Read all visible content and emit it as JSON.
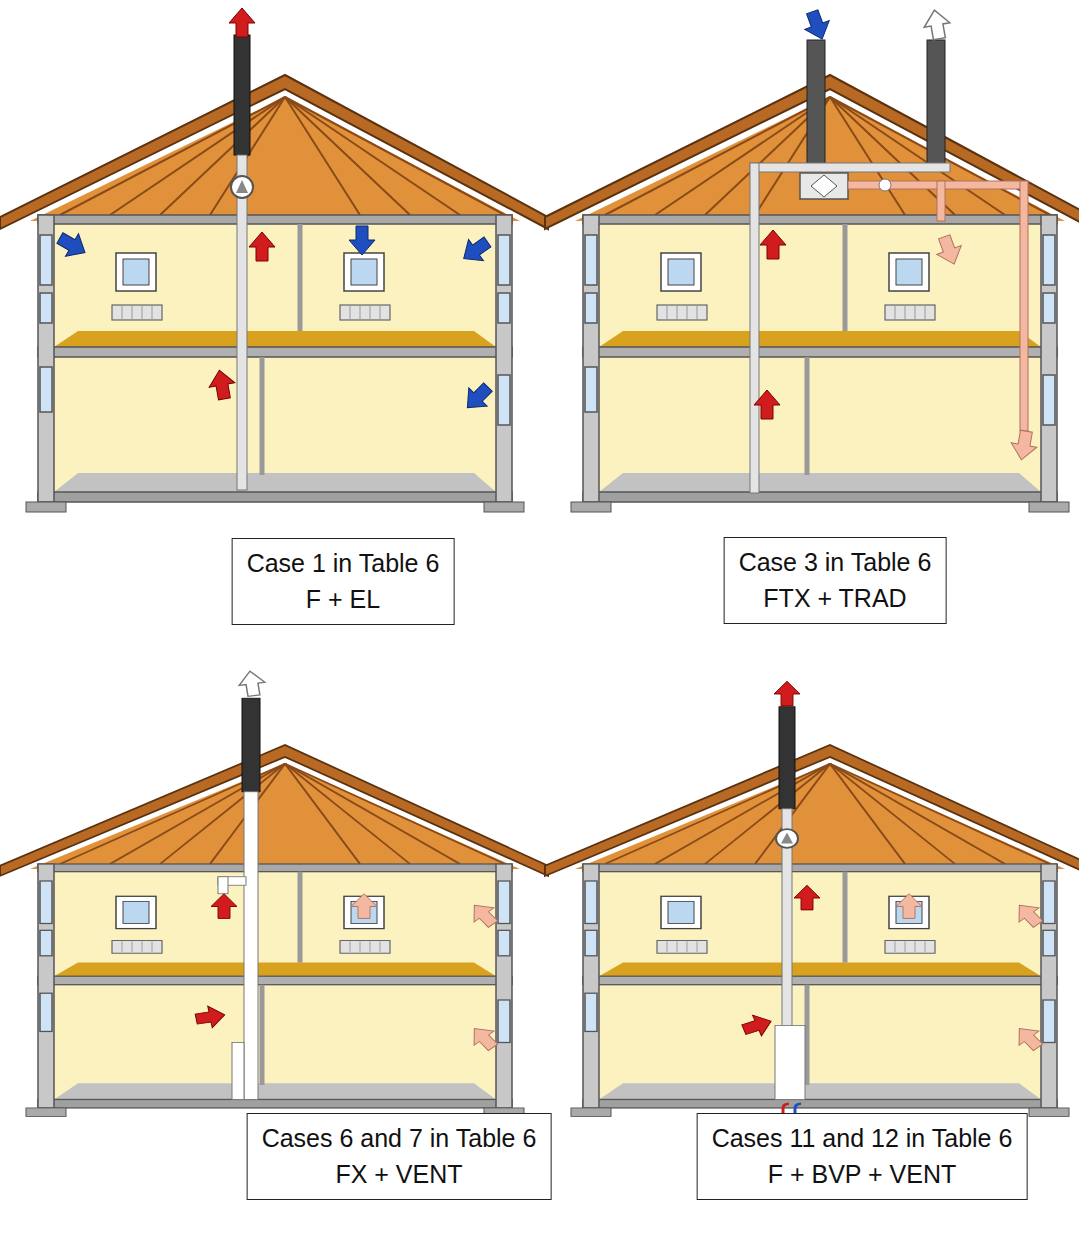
{
  "diagram": {
    "nodes": [
      {
        "text": [
          "Case 1 in Table 6",
          "F + EL"
        ]
      },
      {
        "text": [
          "Case 3 in Table 6",
          "FTX + TRAD"
        ]
      },
      {
        "text": [
          "Cases 6 and 7 in Table 6",
          "FX + VENT"
        ]
      },
      {
        "text": [
          "Cases 11 and 12 in Table 6",
          "F + BVP + VENT"
        ]
      }
    ]
  }
}
